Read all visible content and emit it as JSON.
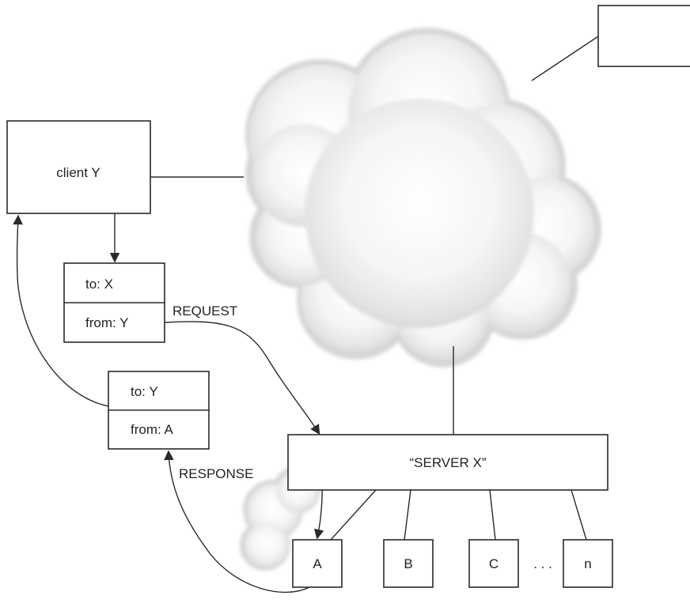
{
  "client": {
    "label": "client Y"
  },
  "request_packet": {
    "to": "to: X",
    "from": "from: Y",
    "label": "REQUEST"
  },
  "response_packet": {
    "to": "to: Y",
    "from": "from: A",
    "label": "RESPONSE"
  },
  "server": {
    "label": "“SERVER X”"
  },
  "nodes": [
    "A",
    "B",
    "C",
    "n"
  ],
  "ellipsis": ". . ."
}
